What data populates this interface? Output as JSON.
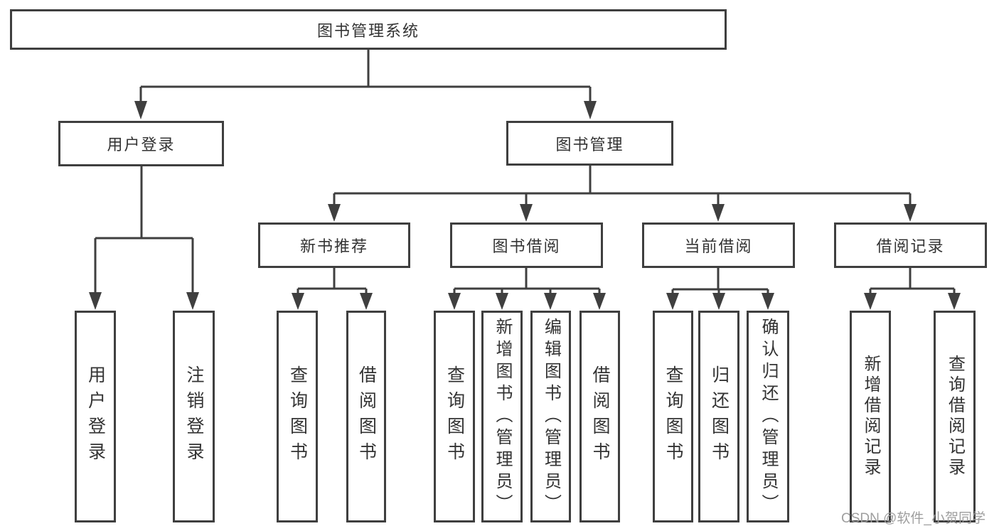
{
  "title": "图书管理系统",
  "nodes": {
    "root": "图书管理系统",
    "user_login": "用户登录",
    "book_mgmt": "图书管理",
    "new_book_rec": "新书推荐",
    "book_borrow": "图书借阅",
    "current_borrow": "当前借阅",
    "borrow_records": "借阅记录",
    "login": "用户登录",
    "logout": "注销登录",
    "nbr_query": "查询图书",
    "nbr_borrow": "借阅图书",
    "bb_query": "查询图书",
    "bb_add": "新增图书（管理员）",
    "bb_edit": "编辑图书（管理员）",
    "bb_borrow": "借阅图书",
    "cb_query": "查询图书",
    "cb_return": "归还图书",
    "cb_confirm": "确认归还（管理员）",
    "br_add": "新增借阅记录",
    "br_query": "查询借阅记录"
  },
  "structure": {
    "root": [
      "user_login",
      "book_mgmt"
    ],
    "user_login": [
      "login",
      "logout"
    ],
    "book_mgmt": [
      "new_book_rec",
      "book_borrow",
      "current_borrow",
      "borrow_records"
    ],
    "new_book_rec": [
      "nbr_query",
      "nbr_borrow"
    ],
    "book_borrow": [
      "bb_query",
      "bb_add",
      "bb_edit",
      "bb_borrow"
    ],
    "current_borrow": [
      "cb_query",
      "cb_return",
      "cb_confirm"
    ],
    "borrow_records": [
      "br_add",
      "br_query"
    ]
  },
  "watermark": "CSDN @软件_小贺同学",
  "colors": {
    "line": "#3f3f3f",
    "text": "#333333",
    "watermark": "#9e9e9e",
    "background": "#ffffff"
  }
}
